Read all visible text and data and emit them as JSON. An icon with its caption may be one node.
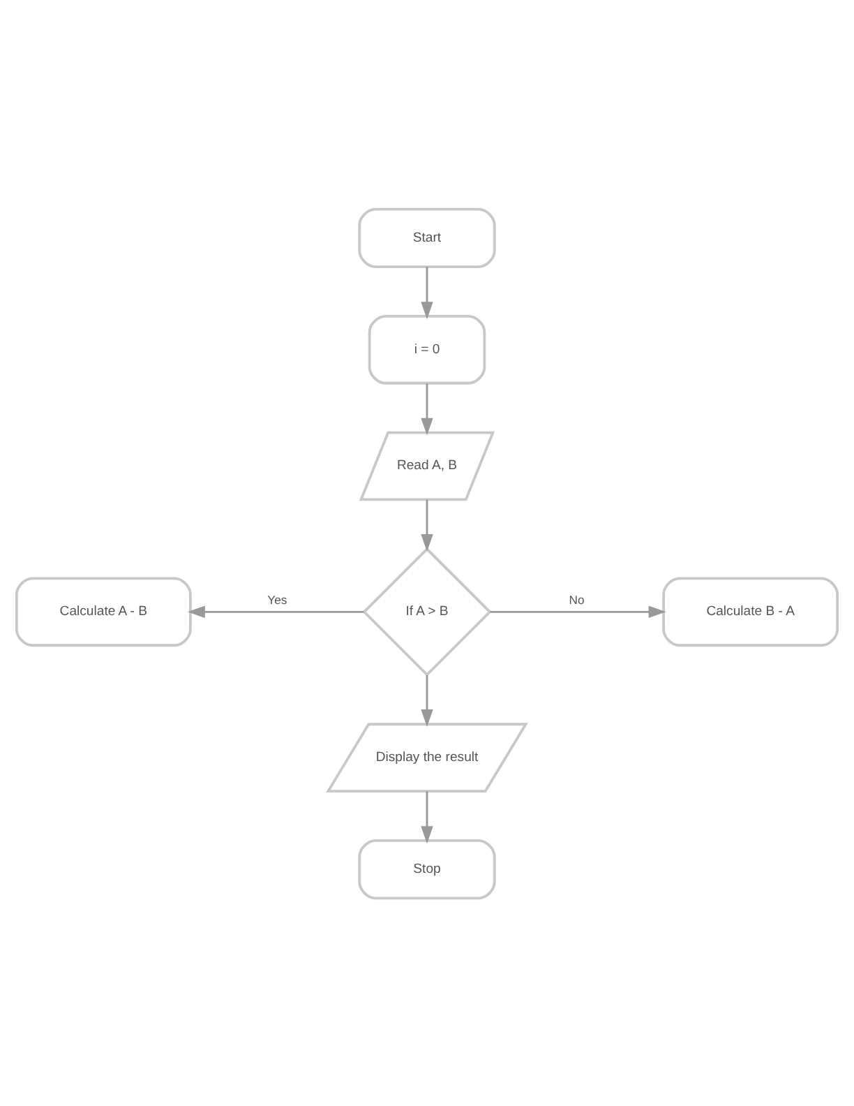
{
  "diagram": {
    "nodes": [
      {
        "text": [
          "Start"
        ]
      },
      {
        "text": [
          "i = 0"
        ]
      },
      {
        "text": [
          "Read A, B"
        ]
      },
      {
        "text": [
          "If A > B"
        ]
      },
      {
        "text": [
          "Calculate A - B"
        ]
      },
      {
        "text": [
          "Calculate B - A"
        ]
      },
      {
        "text": [
          "Display the result"
        ]
      },
      {
        "text": [
          "Stop"
        ]
      }
    ],
    "edges": [
      {
        "from": 0,
        "to": 1,
        "arrow": "to"
      },
      {
        "from": 1,
        "to": 2,
        "arrow": "to"
      },
      {
        "from": 2,
        "to": 3,
        "arrow": "to"
      },
      {
        "from": 3,
        "to": 4,
        "arrow": "to",
        "label": "Yes"
      },
      {
        "from": 3,
        "to": 5,
        "arrow": "to",
        "label": "No"
      },
      {
        "from": 3,
        "to": 6,
        "arrow": "to"
      },
      {
        "from": 6,
        "to": 7,
        "arrow": "to"
      }
    ]
  }
}
